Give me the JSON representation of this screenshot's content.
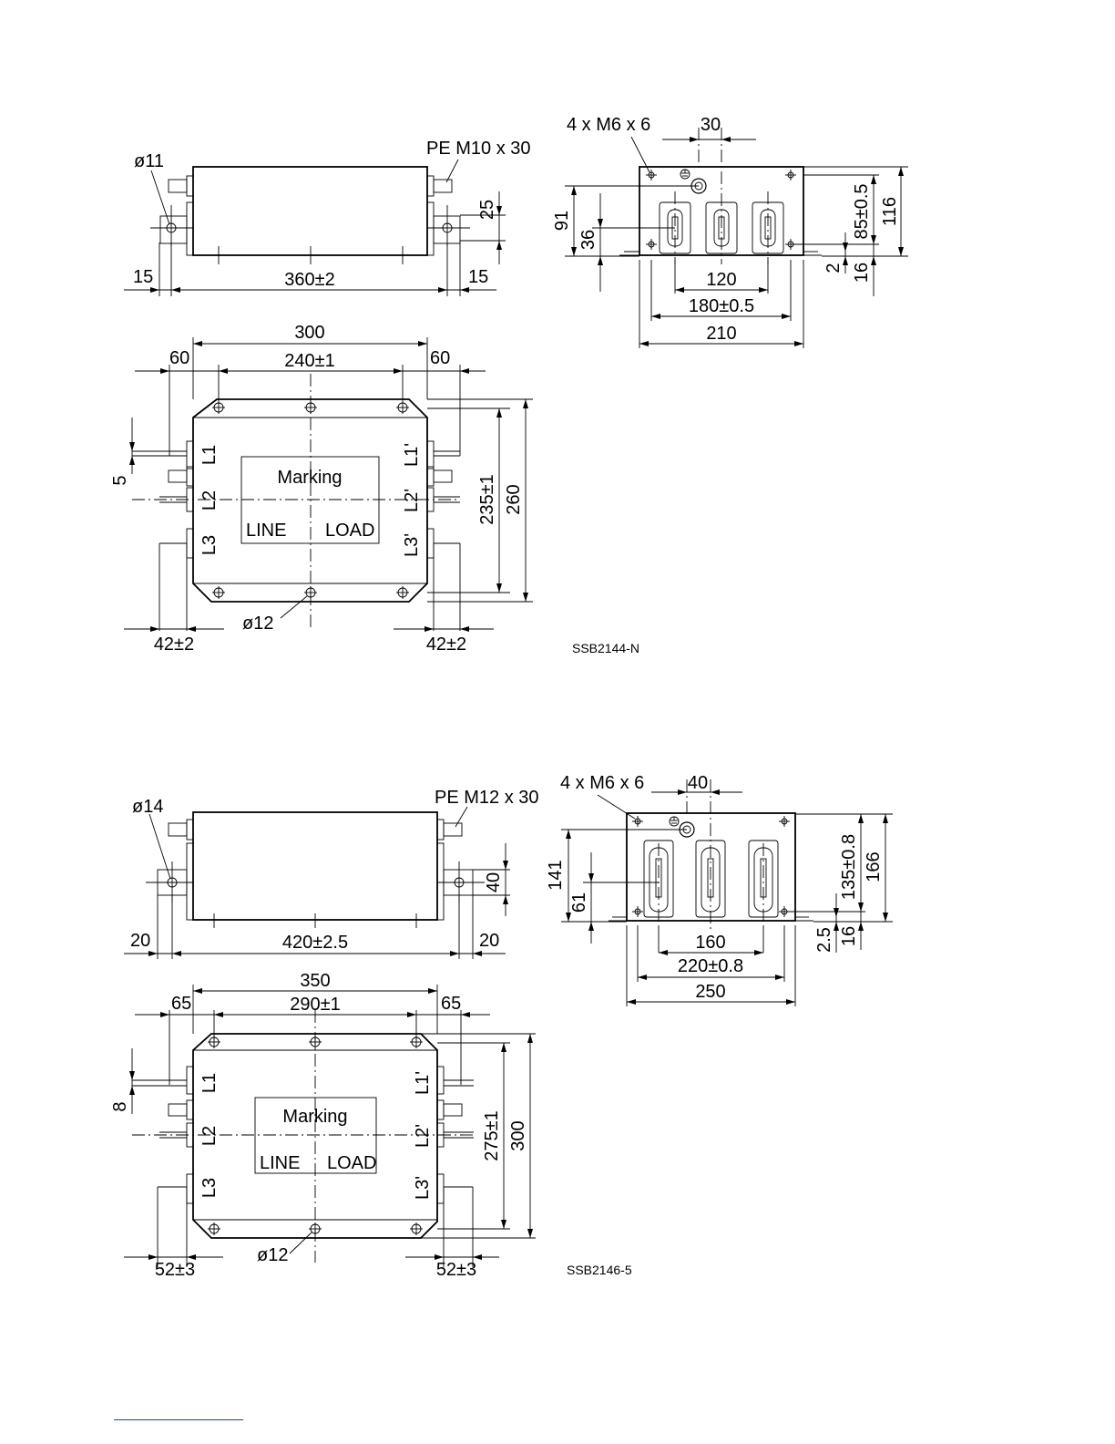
{
  "drawing_1": {
    "code": "SSB2144-N",
    "side": {
      "hole": "ø11",
      "pe": "PE M10 x 30",
      "h_25": "25",
      "edge_left": "15",
      "length": "360±2",
      "edge_right": "15"
    },
    "top": {
      "overall": "300",
      "mount_spacing": "240±1",
      "ext_left": "60",
      "ext_right": "60",
      "offset_5": "5",
      "hole": "ø12",
      "term_left": "42±2",
      "term_right": "42±2",
      "w_235": "235±1",
      "w_260": "260",
      "marking": "Marking",
      "line": "LINE",
      "load": "LOAD",
      "terminals_left": [
        "L1",
        "L2",
        "L3"
      ],
      "terminals_right": [
        "L1'",
        "L2'",
        "L3'"
      ]
    },
    "end": {
      "screws": "4 x M6 x 6",
      "pe_off": "30",
      "h_91": "91",
      "h_36": "36",
      "h_85": "85±0.5",
      "h_116": "116",
      "h_2": "2",
      "h_16": "16",
      "w_120": "120",
      "w_180": "180±0.5",
      "w_210": "210"
    }
  },
  "drawing_2": {
    "code": "SSB2146-5",
    "side": {
      "hole": "ø14",
      "pe": "PE M12 x 30",
      "h_40": "40",
      "edge_left": "20",
      "length": "420±2.5",
      "edge_right": "20"
    },
    "top": {
      "overall": "350",
      "mount_spacing": "290±1",
      "ext_left": "65",
      "ext_right": "65",
      "offset_8": "8",
      "hole": "ø12",
      "term_left": "52±3",
      "term_right": "52±3",
      "w_275": "275±1",
      "w_300": "300",
      "marking": "Marking",
      "line": "LINE",
      "load": "LOAD",
      "terminals_left": [
        "L1",
        "L2",
        "L3"
      ],
      "terminals_right": [
        "L1'",
        "L2'",
        "L3'"
      ]
    },
    "end": {
      "screws": "4 x M6 x 6",
      "pe_off": "40",
      "h_141": "141",
      "h_61": "61",
      "h_135": "135±0.8",
      "h_166": "166",
      "h_2_5": "2.5",
      "h_16": "16",
      "w_160": "160",
      "w_220": "220±0.8",
      "w_250": "250"
    }
  }
}
